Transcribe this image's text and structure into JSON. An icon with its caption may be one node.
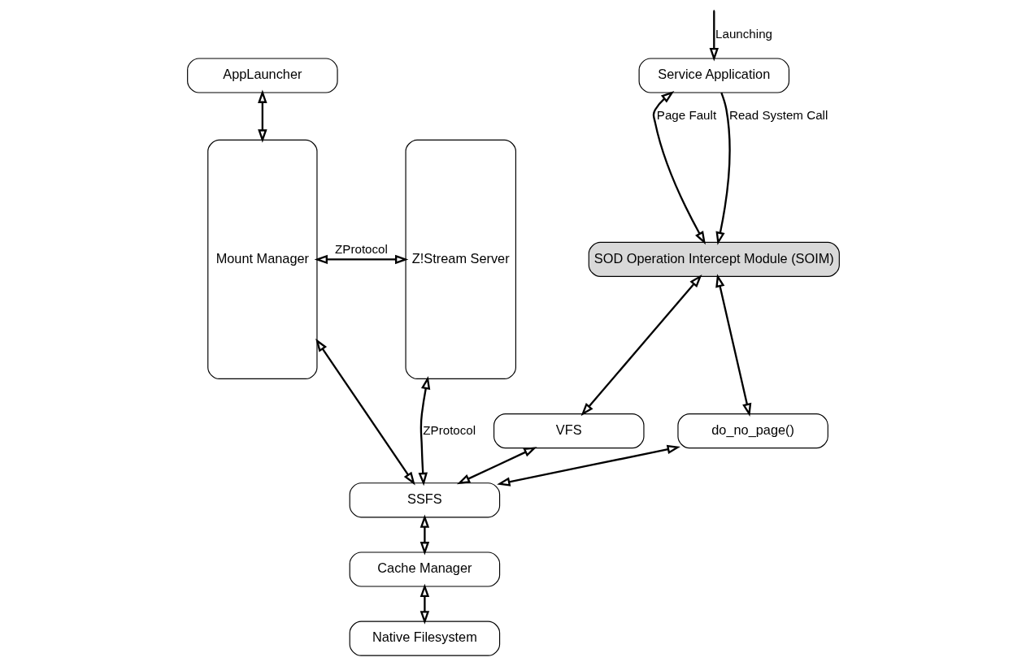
{
  "diagram": {
    "nodes": [
      {
        "text": [
          "AppLauncher"
        ]
      },
      {
        "text": [
          "Service Application"
        ]
      },
      {
        "text": [
          "Mount Manager"
        ]
      },
      {
        "text": [
          "SOD Operation Intercept Module (SOIM)"
        ]
      },
      {
        "text": [
          "VFS"
        ]
      },
      {
        "text": [
          "do_no_page()"
        ]
      },
      {
        "text": [
          "Z!Stream Server"
        ]
      },
      {
        "text": [
          "SSFS"
        ]
      },
      {
        "text": [
          "Cache Manager"
        ]
      },
      {
        "text": [
          "Native Filesystem"
        ]
      }
    ],
    "edges": [
      {
        "from": 0,
        "to": 2,
        "arrow": "both"
      },
      {
        "from": null,
        "to": 1,
        "arrow": "to",
        "label": "Launching"
      },
      {
        "from": 2,
        "to": 6,
        "arrow": "both",
        "label": "ZProtocol"
      },
      {
        "from": 1,
        "to": 3,
        "arrow": "to",
        "label": "Read System Call"
      },
      {
        "from": 1,
        "to": 3,
        "arrow": "both",
        "label": "Page Fault"
      },
      {
        "from": 3,
        "to": 4,
        "arrow": "both"
      },
      {
        "from": 3,
        "to": 5,
        "arrow": "both"
      },
      {
        "from": 4,
        "to": 7,
        "arrow": "both"
      },
      {
        "from": 5,
        "to": 7,
        "arrow": "both"
      },
      {
        "from": 2,
        "to": 7,
        "arrow": "both"
      },
      {
        "from": 7,
        "to": 6,
        "arrow": "both",
        "label": "ZProtocol"
      },
      {
        "from": 7,
        "to": 8,
        "arrow": "both"
      },
      {
        "from": 8,
        "to": 9,
        "arrow": "both"
      }
    ]
  }
}
